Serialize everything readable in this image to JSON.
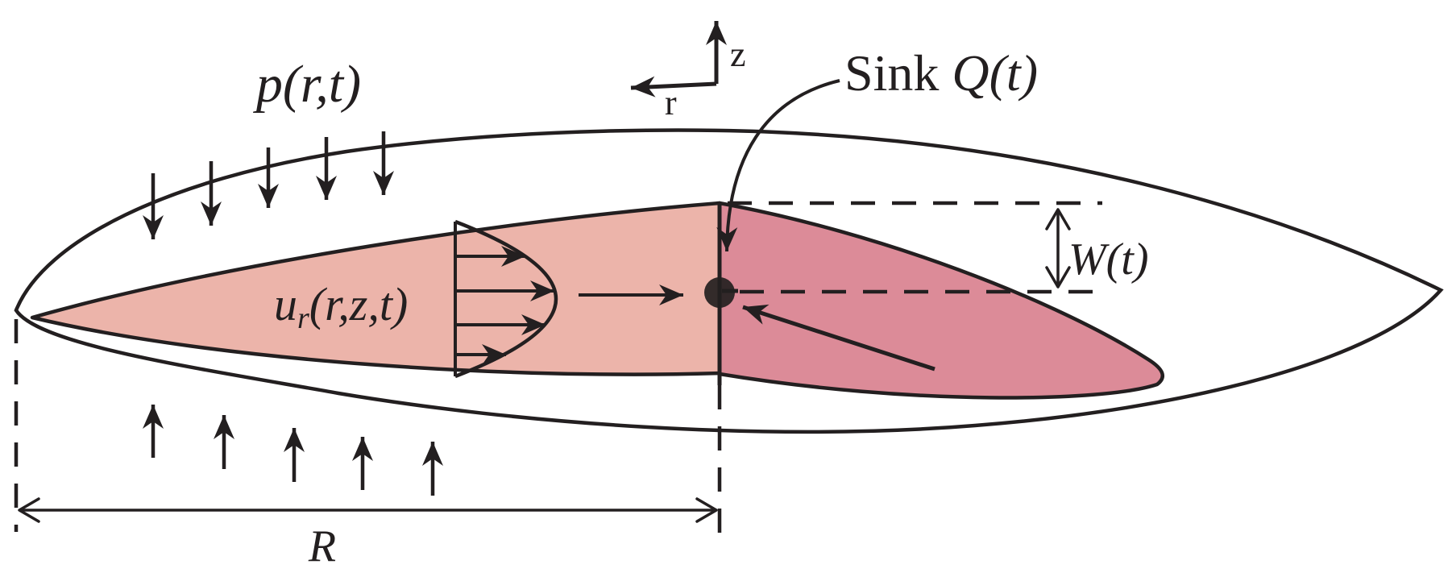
{
  "figure": {
    "title": "squeeze-film-sink-schematic",
    "labels": {
      "pressure": "p(r,t)",
      "axis_z": "z",
      "axis_r": "r",
      "sink_word": "Sink",
      "sink_math": "Q(t)",
      "gap_width": "W(t)",
      "velocity_base": "u",
      "velocity_sub": "r",
      "velocity_args": "(r,z,t)",
      "radius": "R"
    },
    "colors": {
      "film_left": "#ecb4aa",
      "film_right": "#dc8b98",
      "ink": "#231f20"
    }
  }
}
